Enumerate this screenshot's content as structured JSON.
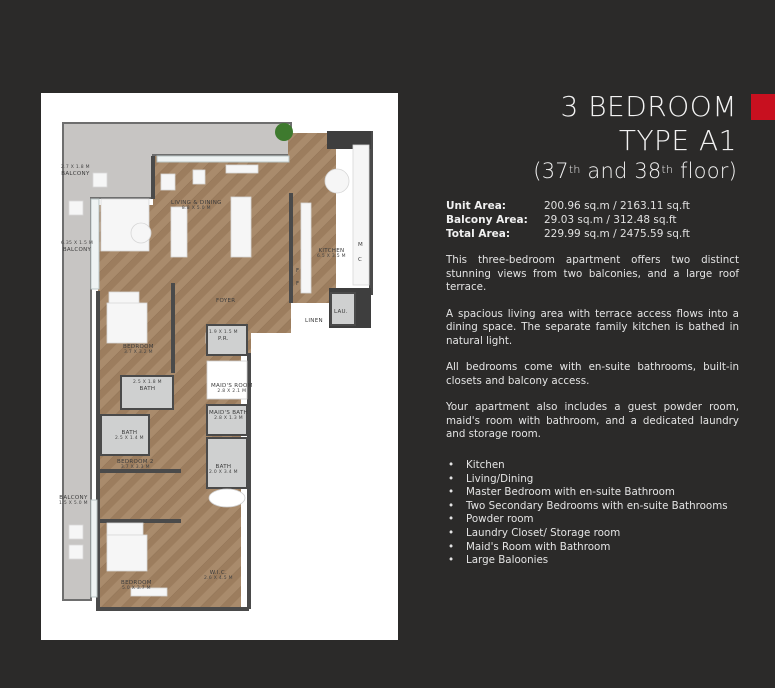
{
  "title": {
    "line1": "3 BEDROOM",
    "line2": "TYPE A1",
    "floor_prefix": "(37",
    "floor_sup1": "th",
    "floor_mid": " and 38",
    "floor_sup2": "th",
    "floor_suffix": " floor)",
    "accent_color": "#c8101f"
  },
  "areas": [
    {
      "label": "Unit Area:",
      "value": "200.96 sq.m / 2163.11 sq.ft"
    },
    {
      "label": "Balcony Area:",
      "value": "29.03 sq.m / 312.48 sq.ft"
    },
    {
      "label": "Total Area:",
      "value": "229.99 sq.m / 2475.59 sq.ft"
    }
  ],
  "description": [
    "This three-bedroom apartment offers two distinct stunning views from two balconies, and a large roof terrace.",
    "A spacious living area with terrace access flows into a dining space. The separate family kitchen is bathed in natural light.",
    "All bedrooms come with en-suite bathrooms, built-in closets and balcony access.",
    "Your apartment also includes a guest powder room, maid's room with bathroom, and a dedicated laundry and storage room."
  ],
  "features": [
    "Kitchen",
    "Living/Dining",
    "Master Bedroom with en-suite Bathroom",
    "Two Secondary Bedrooms with en-suite Bathrooms",
    "Powder room",
    "Laundry Closet/ Storage room",
    "Maid's Room with Bathroom",
    "Large Baloonies"
  ],
  "floor_plan": {
    "rooms": [
      {
        "name": "BALCONY",
        "dims": "2.7 X 1.8 M"
      },
      {
        "name": "BALCONY",
        "dims": "6.35 X 1.5 M"
      },
      {
        "name": "LIVING & DINING",
        "dims": "8.8 X 5.0 M"
      },
      {
        "name": "KITCHEN",
        "dims": "6.5 X 3.5 M"
      },
      {
        "name": "FOYER",
        "dims": ""
      },
      {
        "name": "LINEN",
        "dims": ""
      },
      {
        "name": "LAU.",
        "dims": ""
      },
      {
        "name": "BEDROOM",
        "dims": "3.7 X 3.2 M"
      },
      {
        "name": "P.R.",
        "dims": "1.9 X 1.5 M"
      },
      {
        "name": "MAID'S ROOM",
        "dims": "2.8 X 2.1 M"
      },
      {
        "name": "BATH",
        "dims": "2.5 X 1.8 M"
      },
      {
        "name": "MAID'S BATH",
        "dims": "2.8 X 1.3 M"
      },
      {
        "name": "BATH",
        "dims": "2.5 X 1.4 M"
      },
      {
        "name": "BEDROOM 2",
        "dims": "3.7 X 3.3 M"
      },
      {
        "name": "BATH",
        "dims": "2.0 X 3.4 M"
      },
      {
        "name": "BALCONY",
        "dims": "1.5 X 5.0 M"
      },
      {
        "name": "BEDROOM",
        "dims": "5.0 X 3.7 M"
      },
      {
        "name": "W.I.C.",
        "dims": "2.6 X 4.5 M"
      }
    ],
    "appliance_labels": {
      "m": "M",
      "c": "C",
      "f1": "F",
      "f2": "F"
    }
  }
}
